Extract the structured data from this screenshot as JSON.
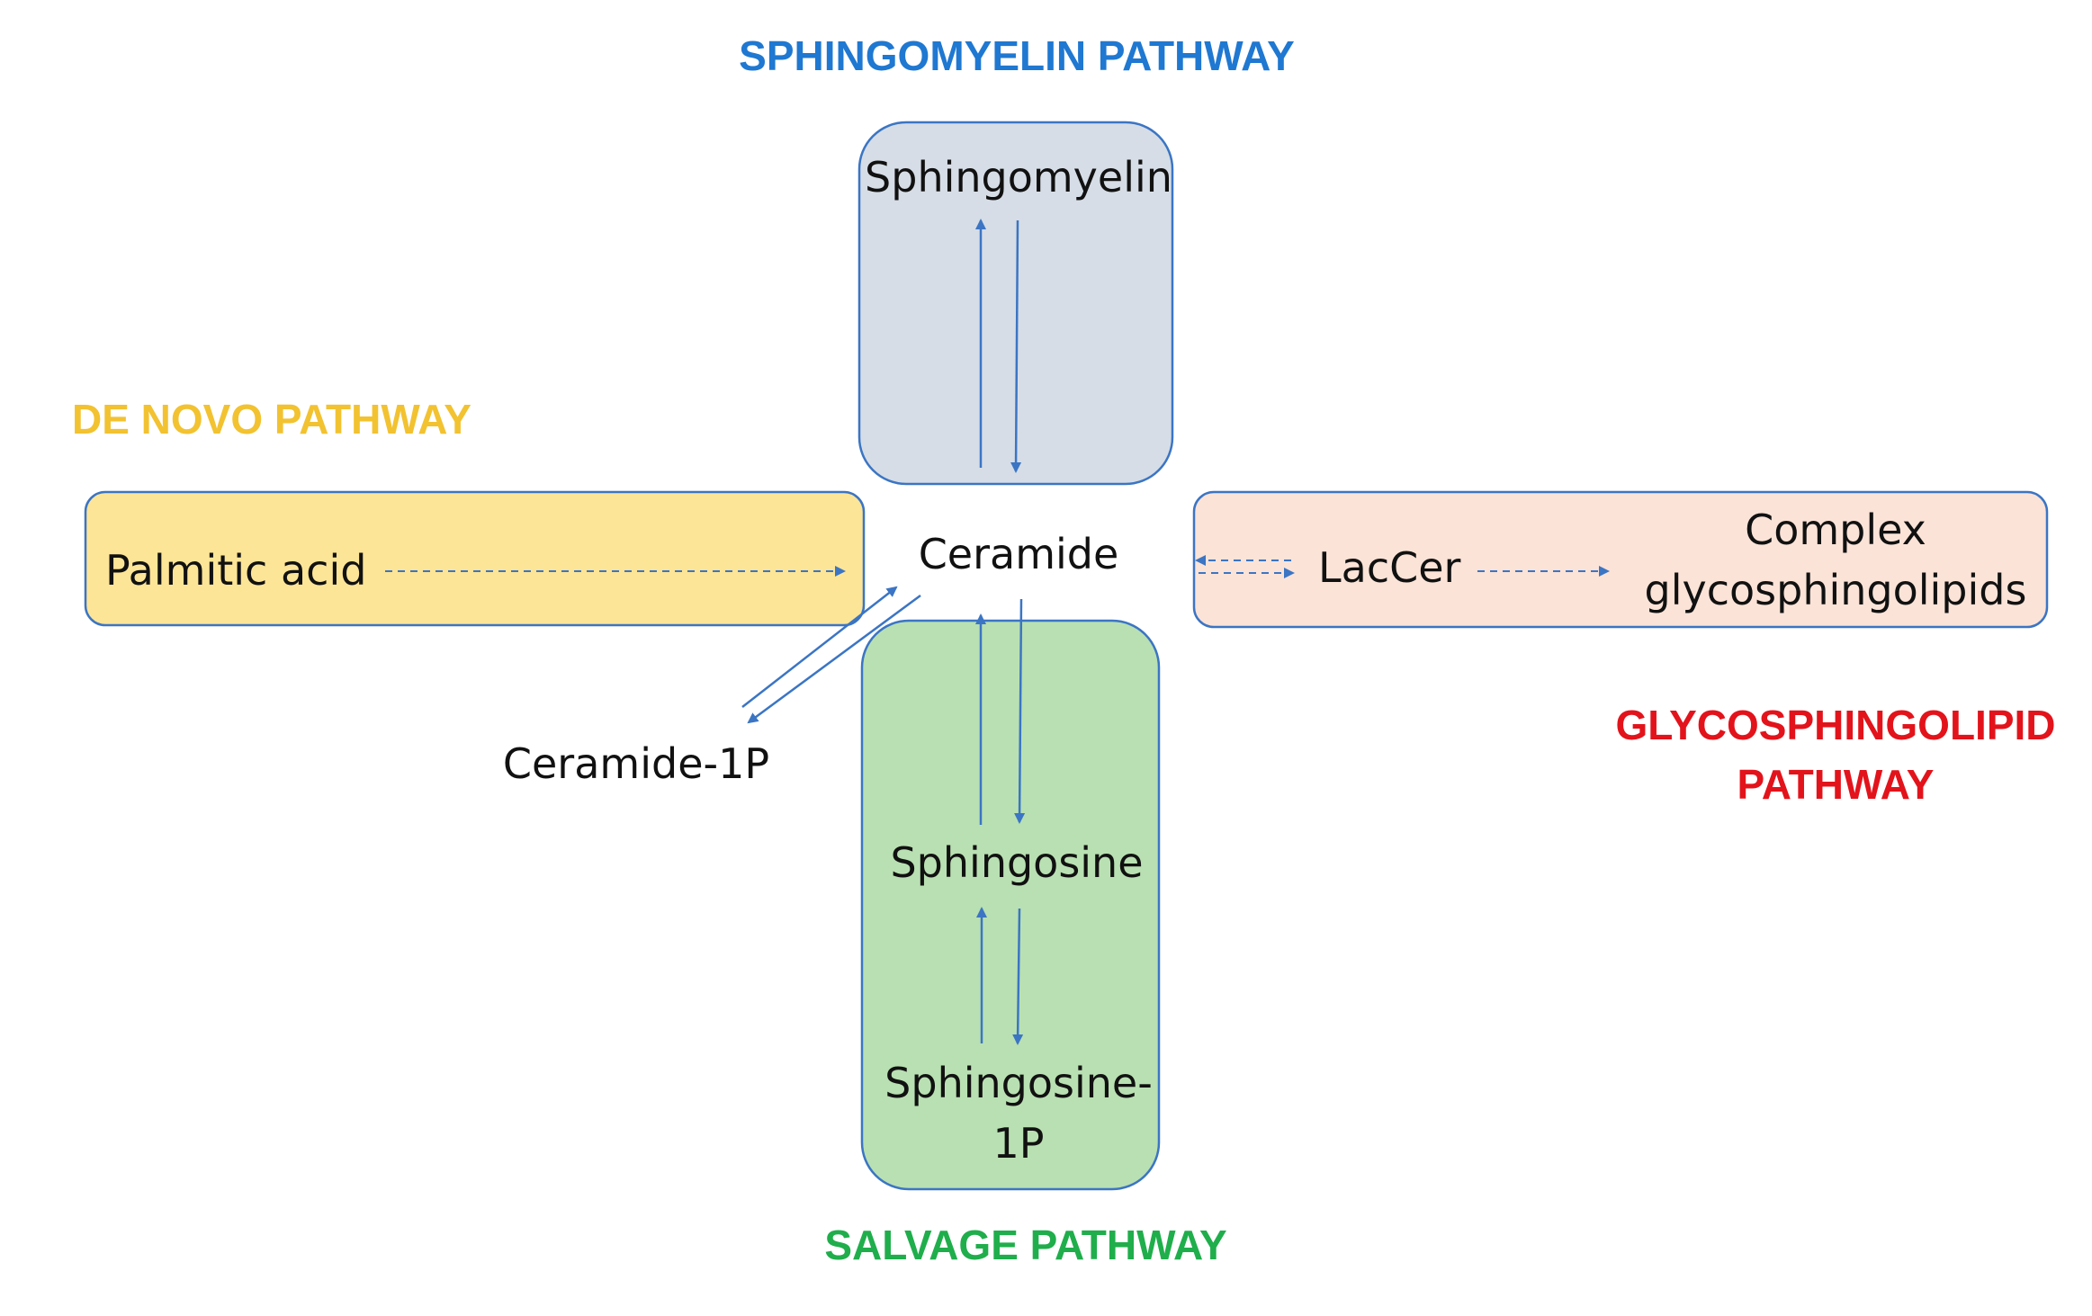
{
  "pathways": {
    "sphingomyelin": {
      "title": "SPHINGOMYELIN PATHWAY",
      "color": "#1f78d1"
    },
    "de_novo": {
      "title": "DE NOVO PATHWAY",
      "color": "#f2c230"
    },
    "glycosphingolipid": {
      "title_line1": "GLYCOSPHINGOLIPID",
      "title_line2": "PATHWAY",
      "color": "#e3131b"
    },
    "salvage": {
      "title": "SALVAGE PATHWAY",
      "color": "#1fae4b"
    }
  },
  "boxes": {
    "sphingomyelin_fill": "#d6dde6",
    "de_novo_fill": "#fde597",
    "glycosphingolipid_fill": "#fbe3d8",
    "salvage_fill": "#b9e0b2",
    "border": "#3b75c4"
  },
  "nodes": {
    "sphingomyelin": "Sphingomyelin",
    "palmitic_acid": "Palmitic acid",
    "ceramide": "Ceramide",
    "laccer": "LacCer",
    "complex_gsl_line1": "Complex",
    "complex_gsl_line2": "glycosphingolipids",
    "ceramide_1p": "Ceramide-1P",
    "sphingosine": "Sphingosine",
    "sphingosine_1p_line1": "Sphingosine-",
    "sphingosine_1p_line2": "1P"
  },
  "arrow_color": "#3b75c4"
}
